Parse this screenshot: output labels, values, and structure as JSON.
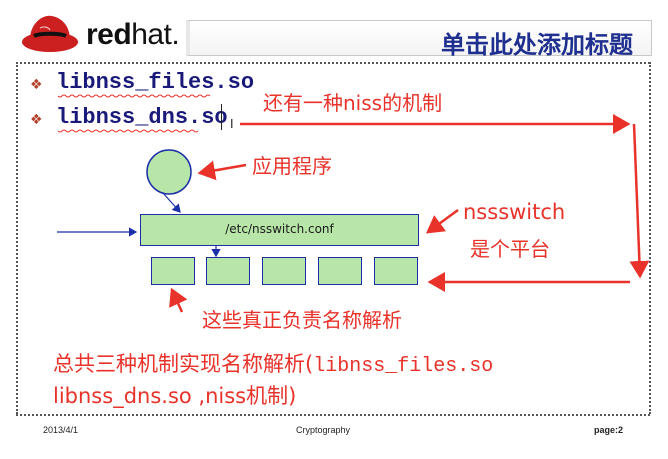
{
  "header": {
    "logo_text_bold": "red",
    "logo_text_light": "hat.",
    "title": "单击此处添加标题"
  },
  "bullets": [
    {
      "marker": "❖",
      "text": "libnss_files.so"
    },
    {
      "marker": "❖",
      "text": "libnss_dns.so"
    }
  ],
  "annotations": {
    "niss_note": "还有一种niss的机制",
    "app_label": "应用程序",
    "nsswitch_line1": "nssswitch",
    "nsswitch_line2": "是个平台",
    "resolvers_label": "这些真正负责名称解析",
    "summary_line1_cn": "总共三种机制实现名称解析(",
    "summary_line1_mono": "libnss_files.so",
    "summary_line2": "libnss_dns.so ,niss机制)"
  },
  "diagram": {
    "conf_label": "/etc/nsswitch.conf",
    "module_count": 5
  },
  "footer": {
    "date": "2013/4/1",
    "center": "Cryptography",
    "page": "page:2"
  },
  "cursor_glyph": "I",
  "colors": {
    "accent_red": "#e8322a",
    "title_blue": "#1f2f8f",
    "diagram_blue": "#1b2fa8",
    "box_green": "#b7e6a8"
  }
}
